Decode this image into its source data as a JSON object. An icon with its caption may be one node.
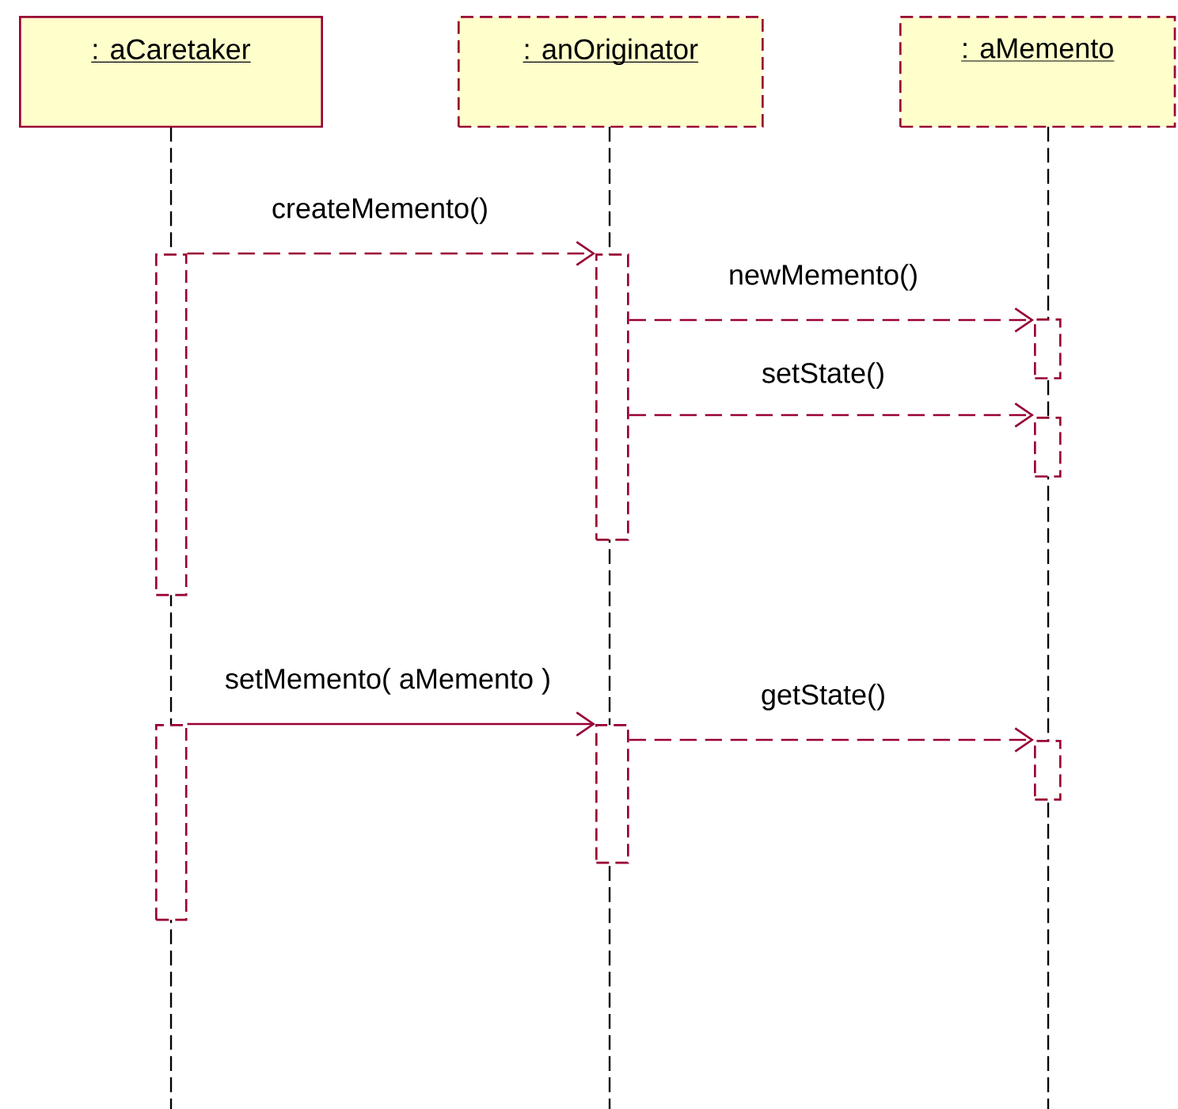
{
  "diagram": {
    "nodes": [
      {
        "text": [
          ": aCaretaker"
        ]
      },
      {
        "text": [
          ": anOriginator"
        ]
      },
      {
        "text": [
          ": aMemento"
        ]
      },
      {
        "text": [],
        "shape": "bar"
      },
      {
        "text": [],
        "shape": "bar"
      },
      {
        "text": [],
        "shape": "bar"
      },
      {
        "text": [],
        "shape": "bar"
      },
      {
        "text": [],
        "shape": "bar"
      },
      {
        "text": [],
        "shape": "bar"
      },
      {
        "text": [],
        "shape": "bar"
      }
    ],
    "edges": [
      {
        "from": 3,
        "to": 5,
        "arrow": "to",
        "label": "createMemento()",
        "style": "dashed"
      },
      {
        "from": 5,
        "to": 7,
        "arrow": "to",
        "label": "newMemento()",
        "style": "dashed"
      },
      {
        "from": 5,
        "to": 8,
        "arrow": "to",
        "label": "setState()",
        "style": "dashed"
      },
      {
        "from": 4,
        "to": 6,
        "arrow": "to",
        "label": "setMemento( aMemento )"
      },
      {
        "from": 6,
        "to": 9,
        "arrow": "to",
        "label": "getState()",
        "style": "dashed"
      }
    ]
  }
}
